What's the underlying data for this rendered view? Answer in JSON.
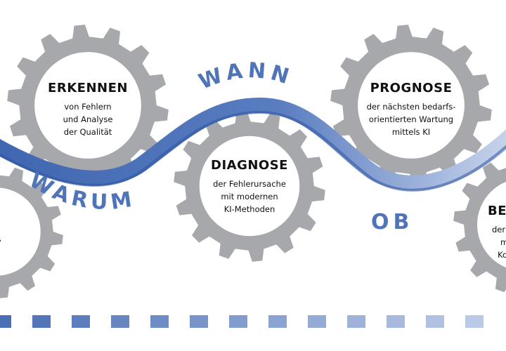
{
  "gears": [
    {
      "id": "left-partial",
      "title": "",
      "lines": [
        "ken,"
      ]
    },
    {
      "id": "erkennen",
      "title": "ERKENNEN",
      "lines": [
        "von Fehlern",
        "und Analyse",
        "der Qualität"
      ]
    },
    {
      "id": "diagnose",
      "title": "DIAGNOSE",
      "lines": [
        "der Fehlerursache",
        "mit modernen",
        "KI-Methoden"
      ]
    },
    {
      "id": "prognose",
      "title": "PROGNOSE",
      "lines": [
        "der nächsten bedarfs-",
        "orientierten Wartung",
        "mittels KI"
      ]
    },
    {
      "id": "right-partial",
      "title": "BE",
      "lines": [
        "der",
        "m",
        "Ko"
      ]
    }
  ],
  "wave_words": {
    "warum": "WARUM",
    "wann": "WANN",
    "ob": "OB"
  },
  "colors": {
    "gear": "#a7a8ab",
    "gear_inner": "#ffffff",
    "wave": "#4f74b8",
    "wave_dark": "#3a5ea8",
    "text": "#111111"
  }
}
